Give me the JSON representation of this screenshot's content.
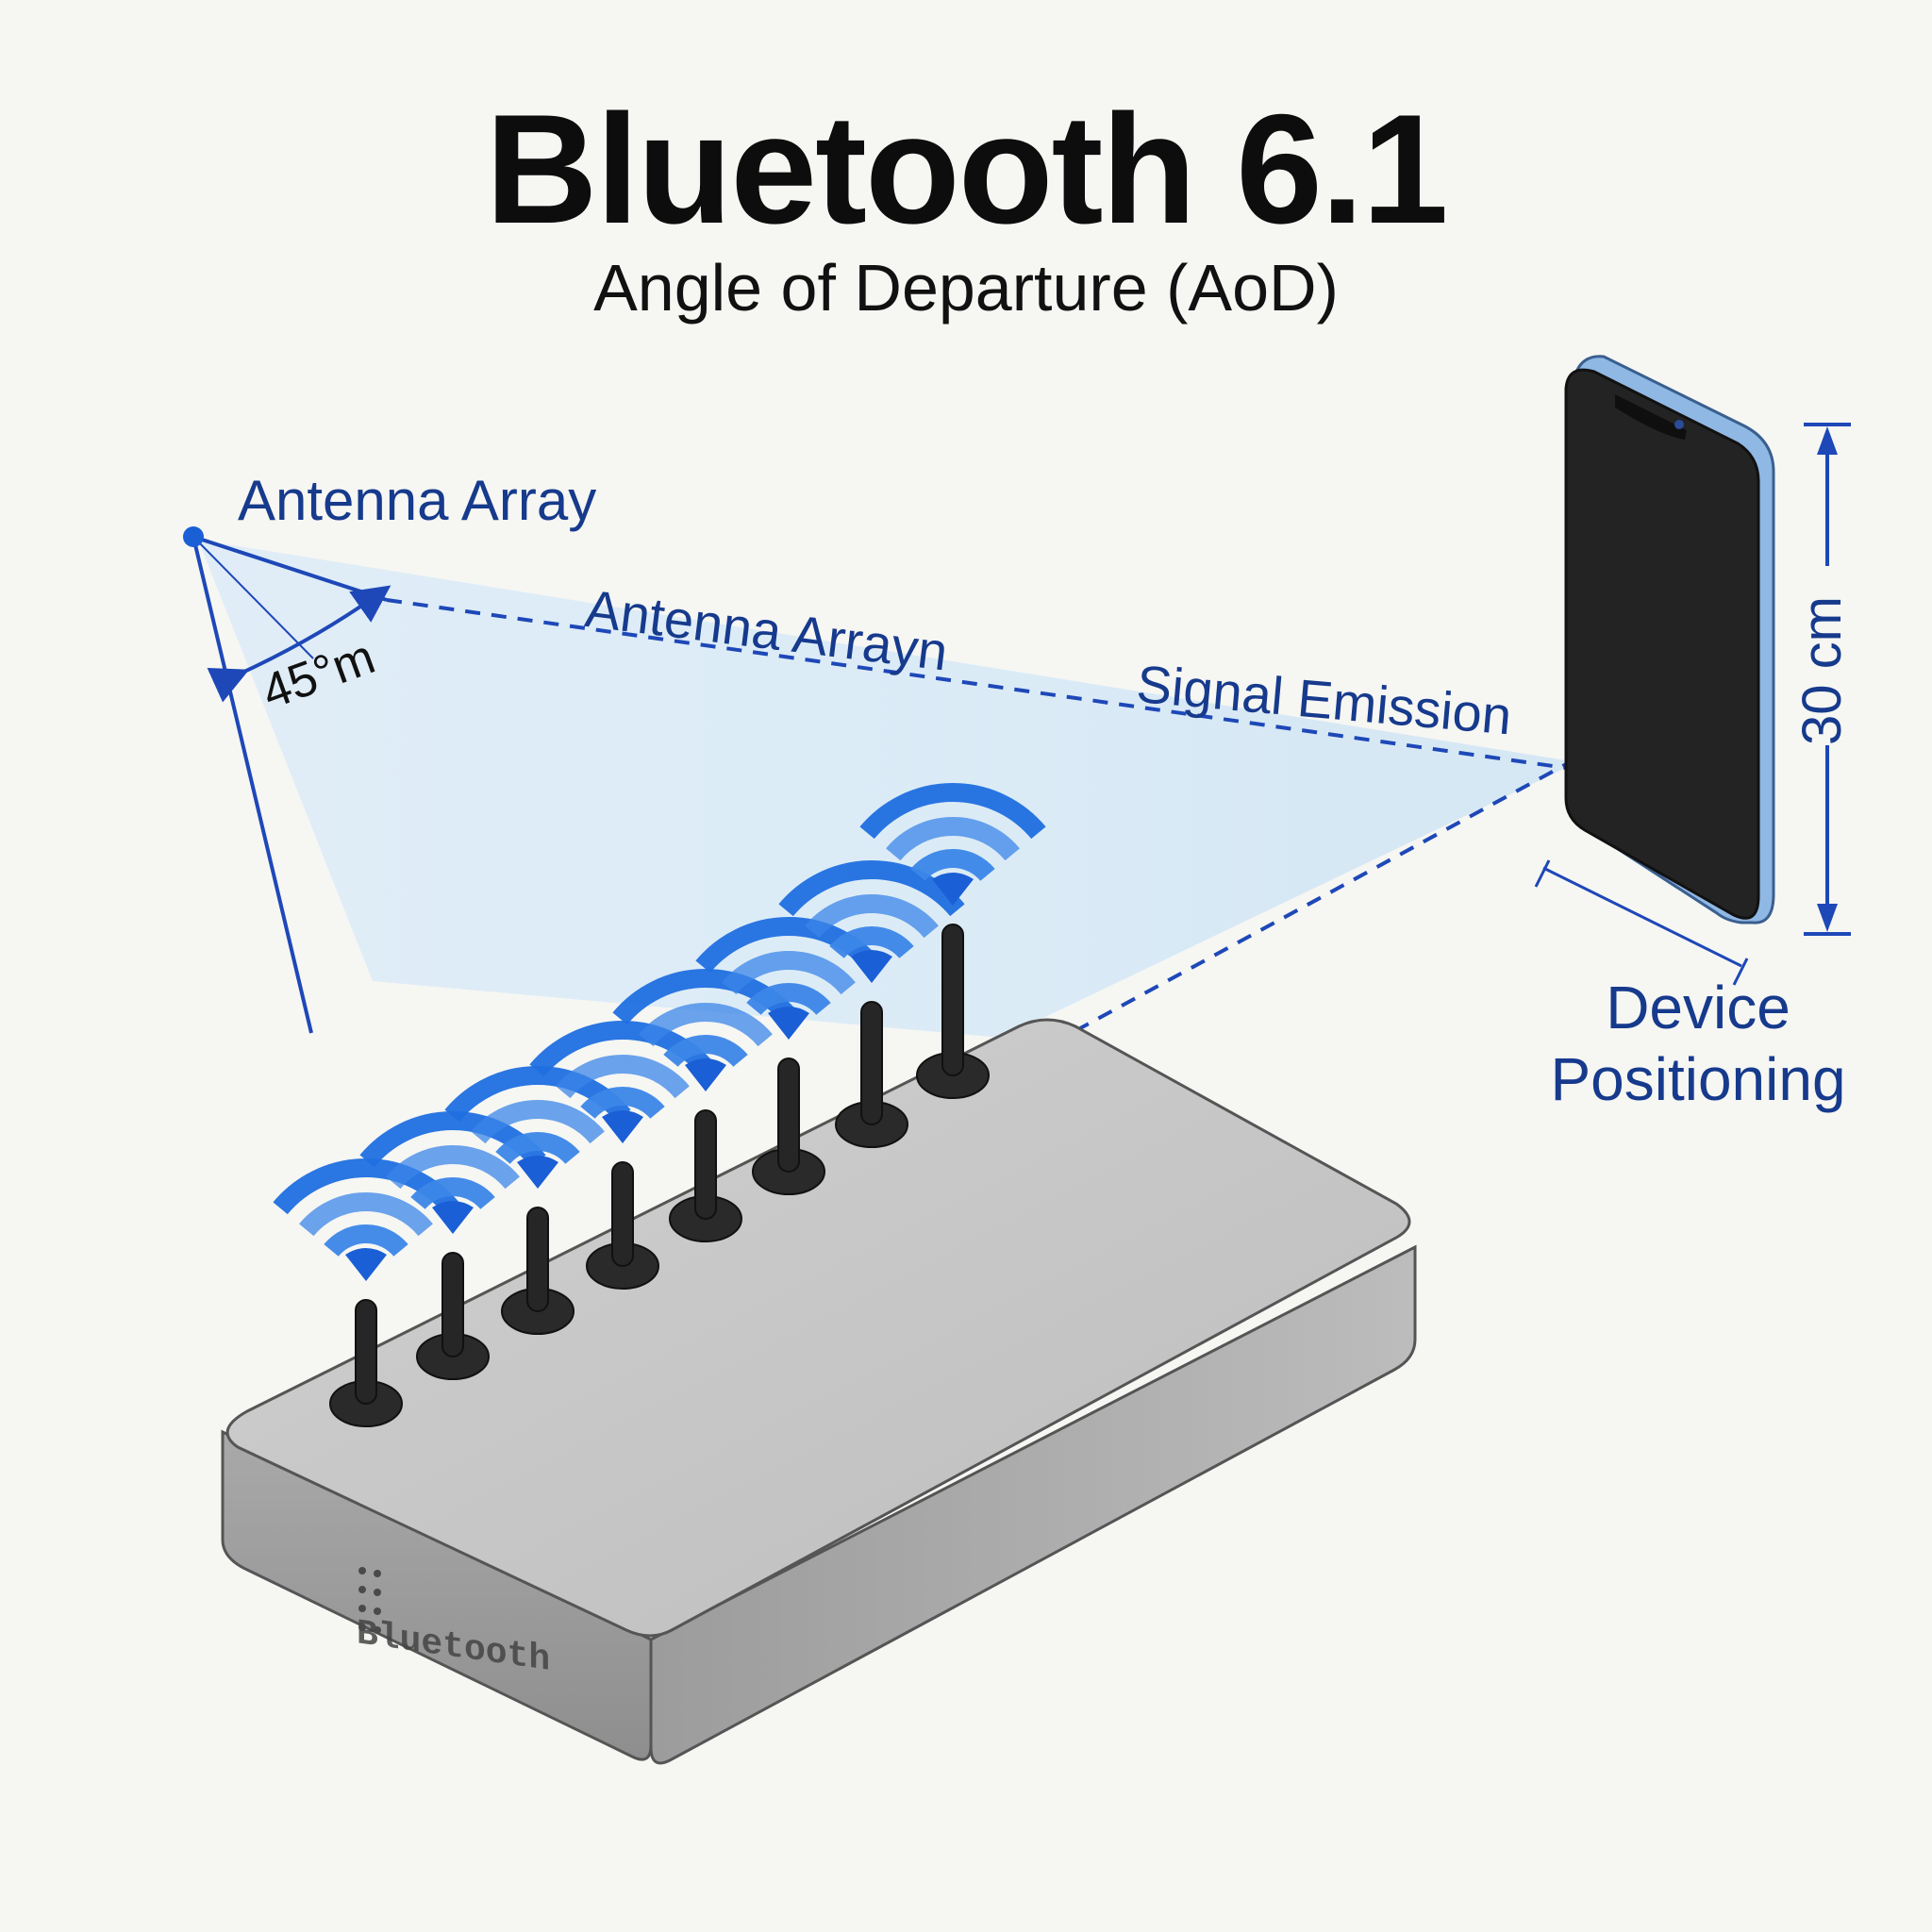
{
  "header": {
    "title": "Bluetooth 6.1",
    "subtitle": "Angle of Departure (AoD)"
  },
  "labels": {
    "antenna_array": "Antenna Array",
    "antenna_array_dashed": "Antenna Arrayn",
    "angle": "45°m",
    "signal_emission": "Signal Emission",
    "height": "30 cm",
    "device_positioning": "Device Positioning"
  },
  "device_marking": "Bluetooth",
  "antennas": {
    "count": 8
  },
  "colors": {
    "accent": "#1a5fd6",
    "line": "#1e48b8",
    "label": "#163a8c",
    "box": "#b9b9b9",
    "phone_body": "#232323",
    "phone_frame": "#8fb8e4"
  }
}
